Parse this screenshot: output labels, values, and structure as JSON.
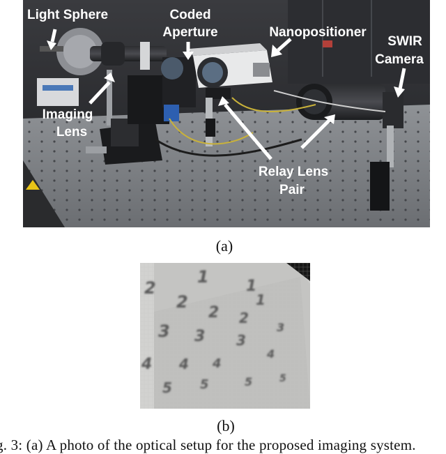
{
  "panel_a": {
    "labels": {
      "light_sphere": "Light Sphere",
      "coded_aperture_l1": "Coded",
      "coded_aperture_l2": "Aperture",
      "nanopositioner": "Nanopositioner",
      "swir_l1": "SWIR",
      "swir_l2": "Camera",
      "imaging_l1": "Imaging",
      "imaging_l2": "Lens",
      "relay_l1": "Relay Lens",
      "relay_l2": "Pair"
    },
    "caption": "(a)"
  },
  "panel_b": {
    "digits": [
      "1",
      "2",
      "1",
      "2",
      "2",
      "2",
      "1",
      "3",
      "3",
      "3",
      "3",
      "4",
      "4",
      "4",
      "4",
      "5",
      "5",
      "5",
      "5"
    ],
    "caption": "(b)"
  },
  "figure_caption": "g. 3: (a) A photo of the optical setup for the proposed imaging system."
}
